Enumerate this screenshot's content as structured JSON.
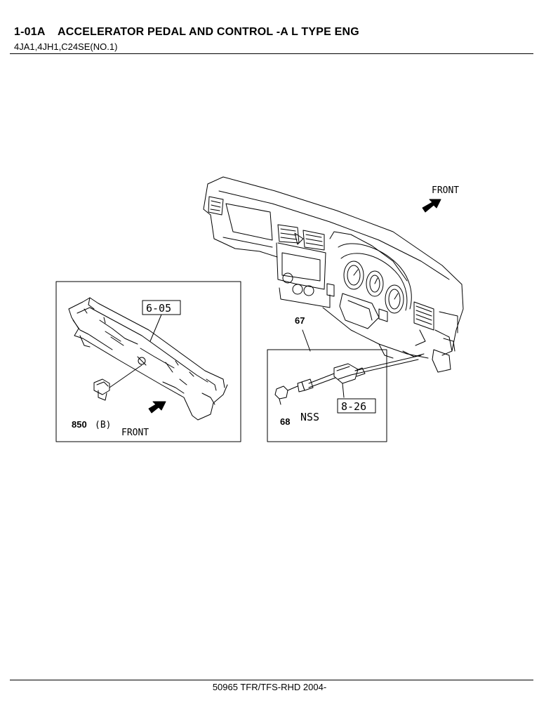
{
  "header": {
    "title": "1-01A    ACCELERATOR PEDAL AND CONTROL -A L TYPE ENG",
    "subtitle": "4JA1,4JH1,C24SE(NO.1)"
  },
  "footer": {
    "text": "50965 TFR/TFS-RHD 2004-"
  },
  "diagram": {
    "front_label_dash": "FRONT",
    "front_label_left": "FRONT",
    "ref_6_05": "6-05",
    "ref_8_26": "8-26",
    "part_67": "67",
    "part_68": "68",
    "part_850": "850",
    "part_850_suffix": "(B)",
    "nss": "NSS"
  }
}
